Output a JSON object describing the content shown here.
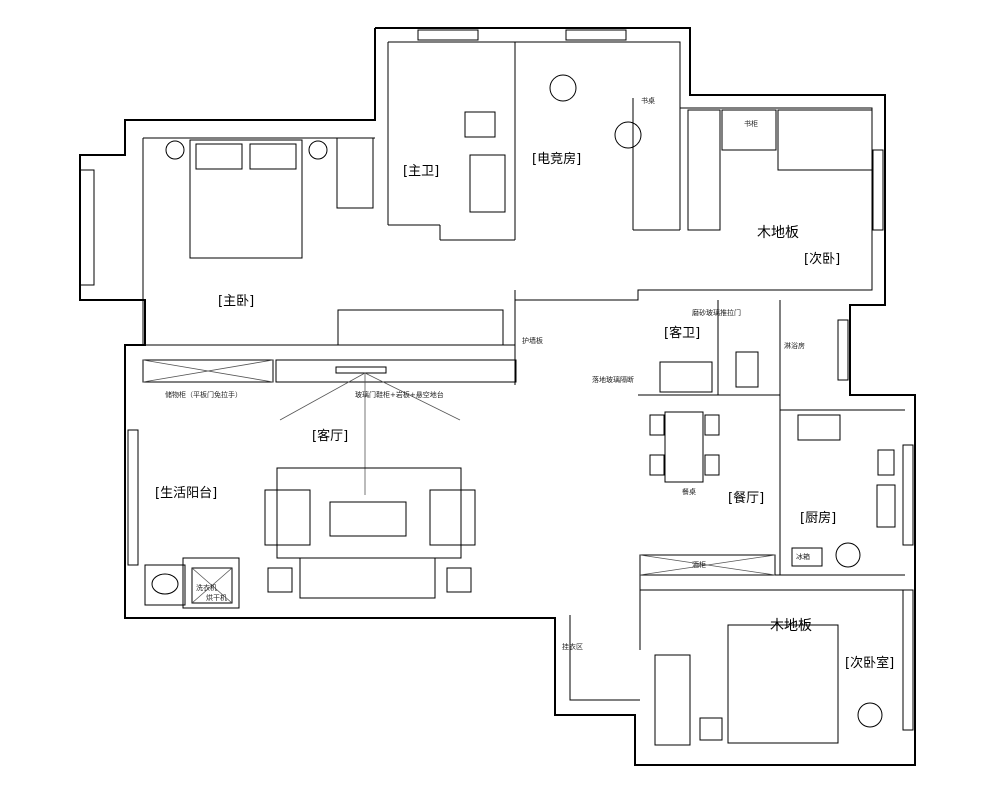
{
  "rooms": {
    "master_bedroom": "[主卧]",
    "master_bath": "[主卫]",
    "esports_room": "[电竞房]",
    "second_bedroom": "[次卧]",
    "guest_bath": "[客卫]",
    "living_room": "[客厅]",
    "balcony": "[生活阳台]",
    "dining_room": "[餐厅]",
    "kitchen": "[厨房]",
    "second_bedroom_2": "[次卧室]"
  },
  "labels": {
    "wood_floor_1": "木地板",
    "wood_floor_2": "木地板",
    "desk": "书桌",
    "bookcase": "书柜",
    "wall_panel": "护墙板",
    "storage_cabinet": "储物柜（平板门免拉手）",
    "shoe_cabinet": "玻璃门鞋柜+岩板+悬空地台",
    "frosted_door": "磨砂玻璃推拉门",
    "shower": "淋浴房",
    "glass_partition": "落地玻璃隔断",
    "dining_table": "餐桌",
    "wine_cabinet": "酒柜",
    "cloakroom": "挂衣区",
    "washer": "洗衣机",
    "dryer": "烘干机",
    "fridge": "冰箱"
  }
}
